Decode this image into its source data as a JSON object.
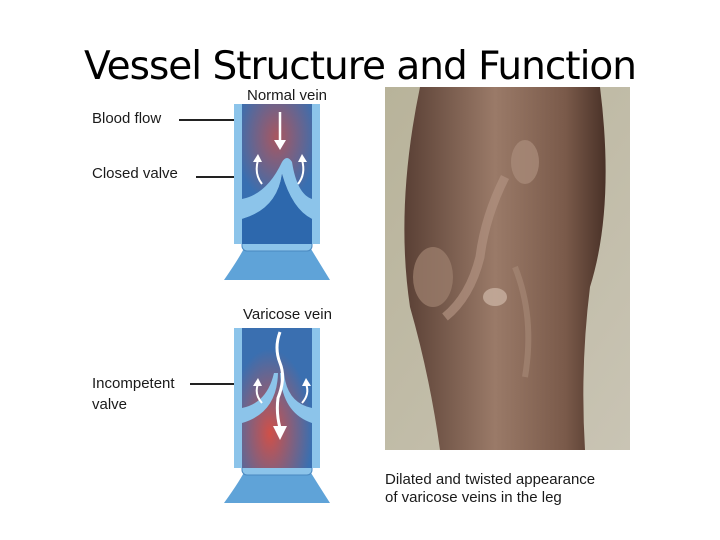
{
  "slide": {
    "title": "Vessel Structure and Function",
    "normal": {
      "heading": "Normal vein",
      "labels": [
        "Blood flow",
        "Closed valve"
      ]
    },
    "varicose": {
      "heading": "Varicose vein",
      "labels": [
        "Incompetent",
        "valve"
      ]
    },
    "photo_caption": [
      "Dilated and twisted appearance",
      "of varicose veins in the leg"
    ]
  },
  "colors": {
    "vein_wall": "#7ab8e4",
    "vein_inner": "#2f6fb5",
    "blood": "#c8504a",
    "skin": "#8a6a58"
  }
}
